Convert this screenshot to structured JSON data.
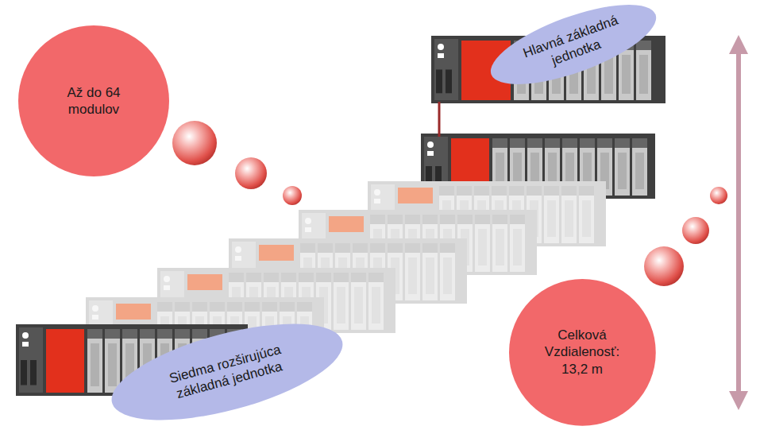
{
  "diagram": {
    "nodes": [
      {
        "text": [
          "Hlavná základná jednotka"
        ]
      },
      {
        "text": [
          "Až do 64 modulov"
        ]
      },
      {
        "text": [
          "Siedma rozširujúca základná jednotka"
        ]
      },
      {
        "text": [
          "Celková Vzdialenosť: 13,2 m"
        ]
      }
    ]
  }
}
